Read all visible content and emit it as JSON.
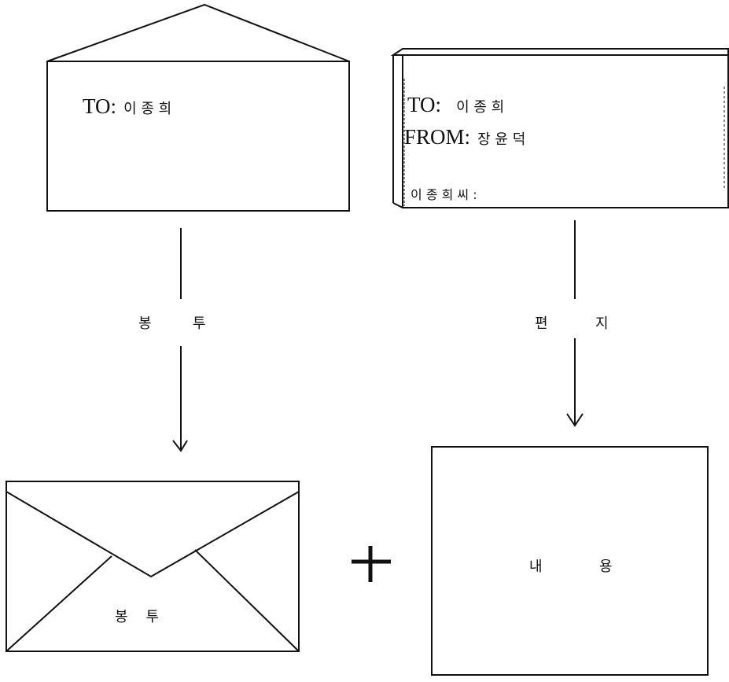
{
  "envelope_card": {
    "to_label": "TO:",
    "to_name": "이 종 희"
  },
  "letter_card": {
    "to_label": "TO:",
    "to_name": "이 종 희",
    "from_label": "FROM:",
    "from_name": "장 윤 덕",
    "greeting": "이 종 희 씨 :"
  },
  "left_arrow": {
    "label_1": "봉",
    "label_2": "투"
  },
  "right_arrow": {
    "label_1": "편",
    "label_2": "지"
  },
  "envelope_result": {
    "label": "봉    투"
  },
  "plus_sign": "+",
  "content_box": {
    "label_1": "내",
    "label_2": "용"
  }
}
